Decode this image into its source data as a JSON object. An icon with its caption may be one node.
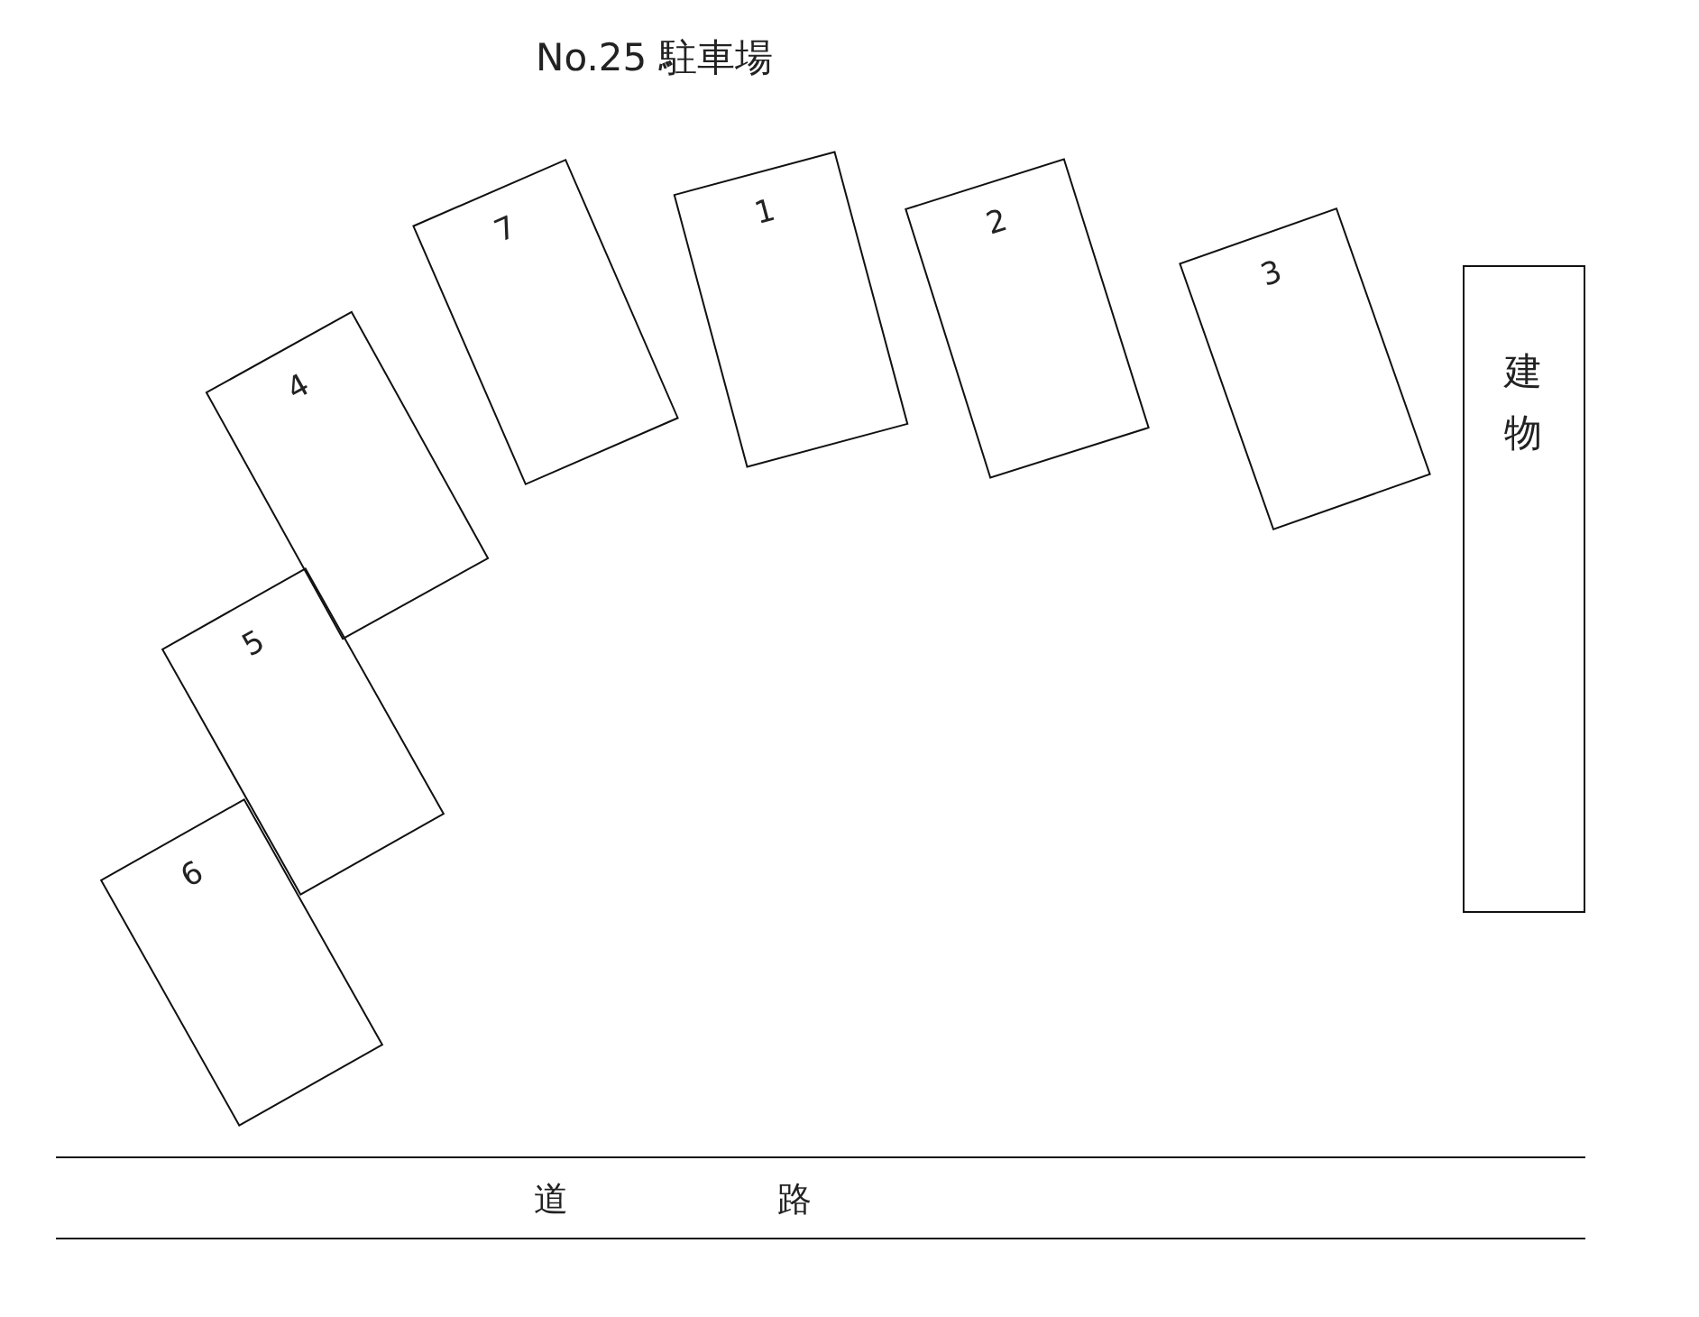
{
  "diagram": {
    "title": "No.25 駐車場",
    "nodes": [
      {
        "text": [
          "7"
        ]
      },
      {
        "text": [
          "1"
        ]
      },
      {
        "text": [
          "2"
        ]
      },
      {
        "text": [
          "3"
        ]
      },
      {
        "text": [
          "建物"
        ]
      },
      {
        "text": [
          "4"
        ]
      },
      {
        "text": [
          "5"
        ]
      },
      {
        "text": [
          "6"
        ]
      },
      {
        "text": [
          "道 路"
        ]
      }
    ]
  }
}
